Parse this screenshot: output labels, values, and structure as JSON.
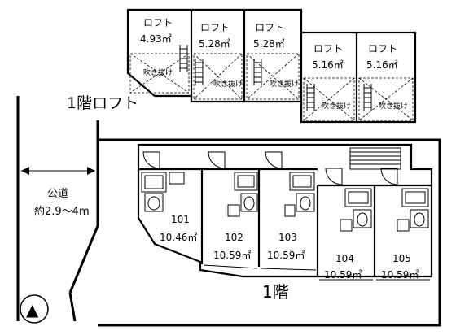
{
  "labels": {
    "loft_floor": "1階ロフト",
    "ground_floor": "1階",
    "road_name": "公道",
    "road_width": "約2.9～4m",
    "void": "吹き抜け",
    "north_arrow": "▲"
  },
  "lofts": [
    {
      "name": "ロフト",
      "area": "4.93㎡"
    },
    {
      "name": "ロフト",
      "area": "5.28㎡"
    },
    {
      "name": "ロフト",
      "area": "5.28㎡"
    },
    {
      "name": "ロフト",
      "area": "5.16㎡"
    },
    {
      "name": "ロフト",
      "area": "5.16㎡"
    }
  ],
  "units": [
    {
      "number": "101",
      "area": "10.46㎡"
    },
    {
      "number": "102",
      "area": "10.59㎡"
    },
    {
      "number": "103",
      "area": "10.59㎡"
    },
    {
      "number": "104",
      "area": "10.59㎡"
    },
    {
      "number": "105",
      "area": "10.59㎡"
    }
  ]
}
